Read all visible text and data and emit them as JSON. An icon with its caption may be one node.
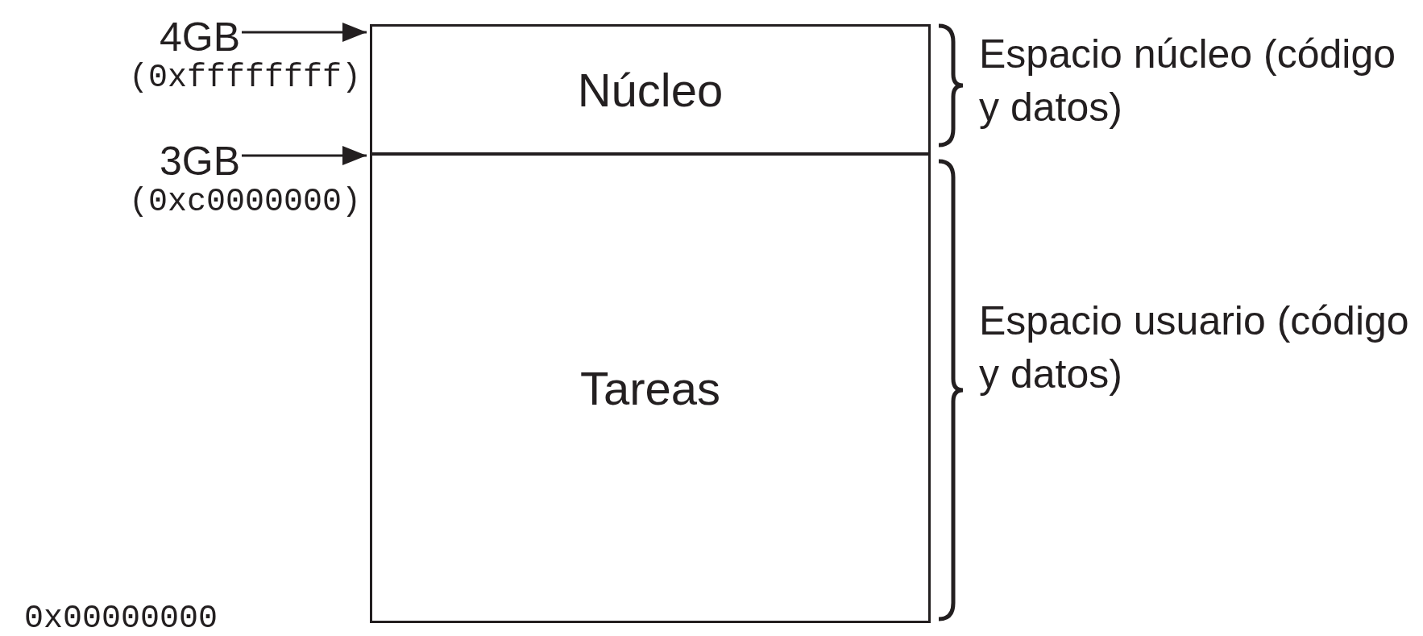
{
  "diagram": {
    "nodes": [
      {
        "text": [
          "4GB",
          "(0xffffffff)"
        ]
      },
      {
        "text": [
          "3GB",
          "(0xc0000000)"
        ]
      },
      {
        "text": [
          "Núcleo"
        ]
      },
      {
        "text": [
          "Tareas"
        ]
      }
    ],
    "edges": [
      {
        "from": 0,
        "to": 2,
        "arrow": "to"
      },
      {
        "from": 1,
        "to": 3,
        "arrow": "to"
      }
    ],
    "labels": [
      "Espacio núcleo (código y datos)",
      "Espacio usuario (código y datos)",
      "0x00000000"
    ]
  }
}
